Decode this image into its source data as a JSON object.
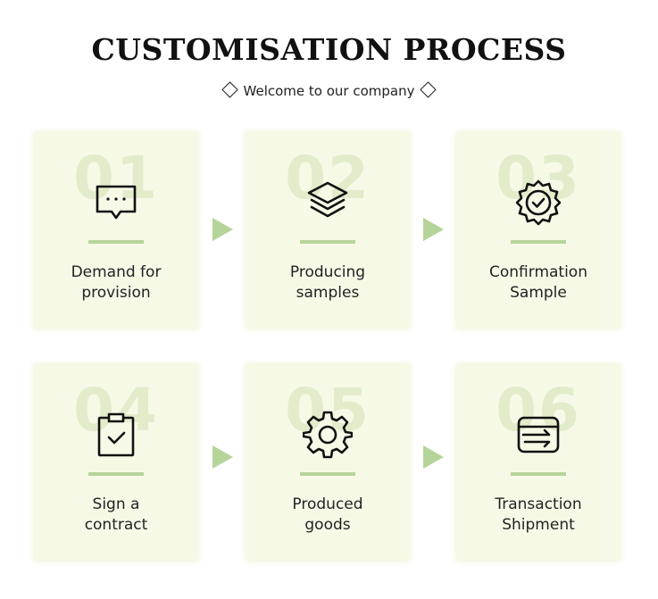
{
  "header": {
    "title": "CUSTOMISATION PROCESS",
    "subtitle": "Welcome to our company"
  },
  "colors": {
    "card_background": "#f7f9e7",
    "accent_green": "#b5d49a",
    "number_watermark": "#e2eccb"
  },
  "steps": [
    {
      "number": "01",
      "icon": "chat-bubble-icon",
      "line1": "Demand for",
      "line2": "provision"
    },
    {
      "number": "02",
      "icon": "layers-stack-icon",
      "line1": "Producing",
      "line2": "samples"
    },
    {
      "number": "03",
      "icon": "verified-badge-icon",
      "line1": "Confirmation",
      "line2": "Sample"
    },
    {
      "number": "04",
      "icon": "clipboard-check-icon",
      "line1": "Sign a",
      "line2": "contract"
    },
    {
      "number": "05",
      "icon": "gear-icon",
      "line1": "Produced",
      "line2": "goods"
    },
    {
      "number": "06",
      "icon": "shipment-box-icon",
      "line1": "Transaction",
      "line2": "Shipment"
    }
  ]
}
